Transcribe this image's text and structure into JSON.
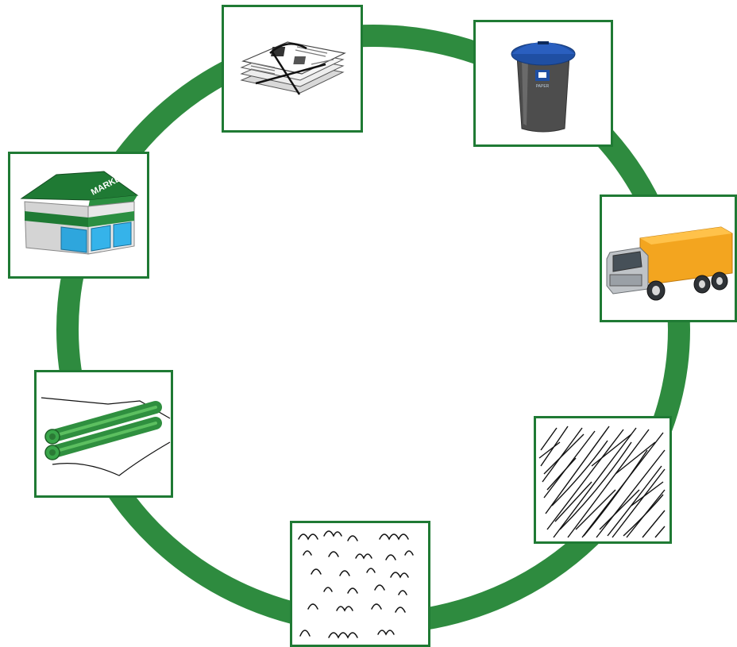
{
  "diagram": {
    "type": "recycling-cycle",
    "ring_color": "#2e8b3f",
    "card_border_color": "#1f7a34",
    "stages": [
      {
        "id": "newspaper",
        "icon": "newspaper-bundle-icon"
      },
      {
        "id": "bin",
        "icon": "recycle-bin-icon",
        "bin_label": "PAPER"
      },
      {
        "id": "truck",
        "icon": "delivery-truck-icon"
      },
      {
        "id": "fibers",
        "icon": "shredded-fibers-icon"
      },
      {
        "id": "pulp",
        "icon": "paper-pulp-icon"
      },
      {
        "id": "paper",
        "icon": "paper-roll-icon"
      },
      {
        "id": "market",
        "icon": "market-store-icon",
        "store_sign": "MARKET"
      }
    ]
  }
}
